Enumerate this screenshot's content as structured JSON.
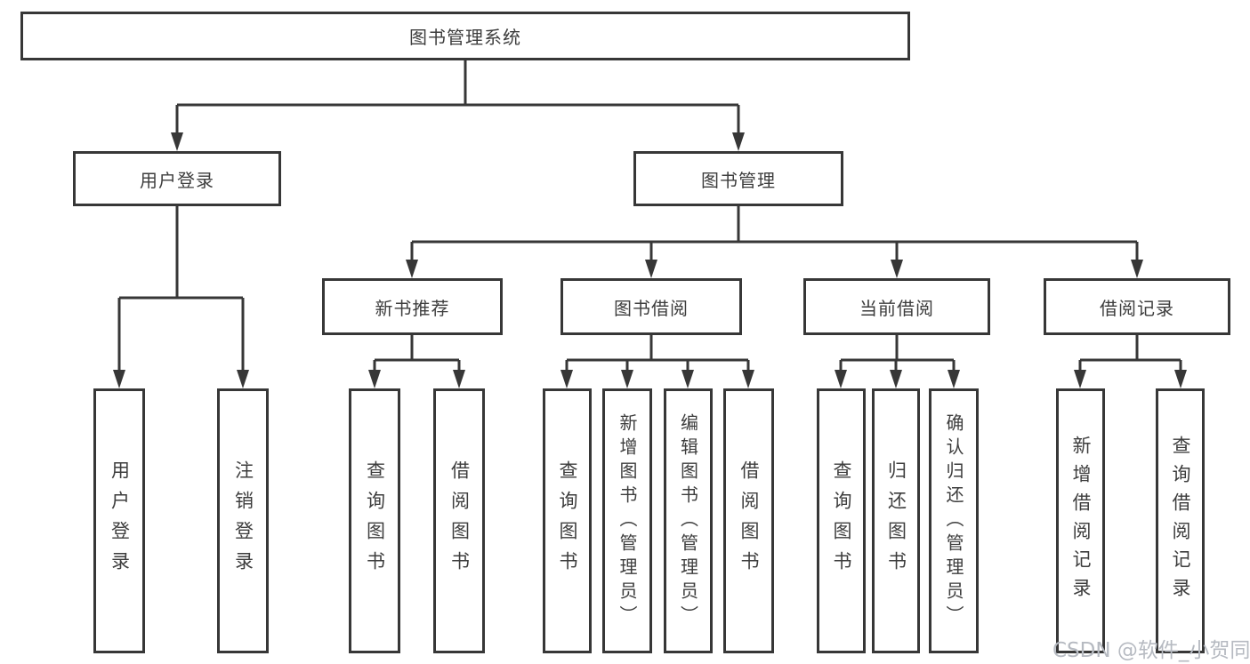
{
  "diagram": {
    "type": "tree",
    "title": "图书管理系统",
    "branches": [
      {
        "label": "用户登录",
        "leaves": [
          "用户登录",
          "注销登录"
        ]
      },
      {
        "label": "图书管理",
        "sections": [
          {
            "label": "新书推荐",
            "leaves": [
              "查询图书",
              "借阅图书"
            ]
          },
          {
            "label": "图书借阅",
            "leaves": [
              "查询图书",
              "新增图书（管理员）",
              "编辑图书（管理员）",
              "借阅图书"
            ]
          },
          {
            "label": "当前借阅",
            "leaves": [
              "查询图书",
              "归还图书",
              "确认归还（管理员）"
            ]
          },
          {
            "label": "借阅记录",
            "leaves": [
              "新增借阅记录",
              "查询借阅记录"
            ]
          }
        ]
      }
    ]
  },
  "watermark": {
    "text": "CSDN @软件_小贺同学"
  },
  "colors": {
    "line": "#373737",
    "text": "#3d3d3d",
    "background": "#ffffff",
    "watermark": "#b6bac1"
  }
}
